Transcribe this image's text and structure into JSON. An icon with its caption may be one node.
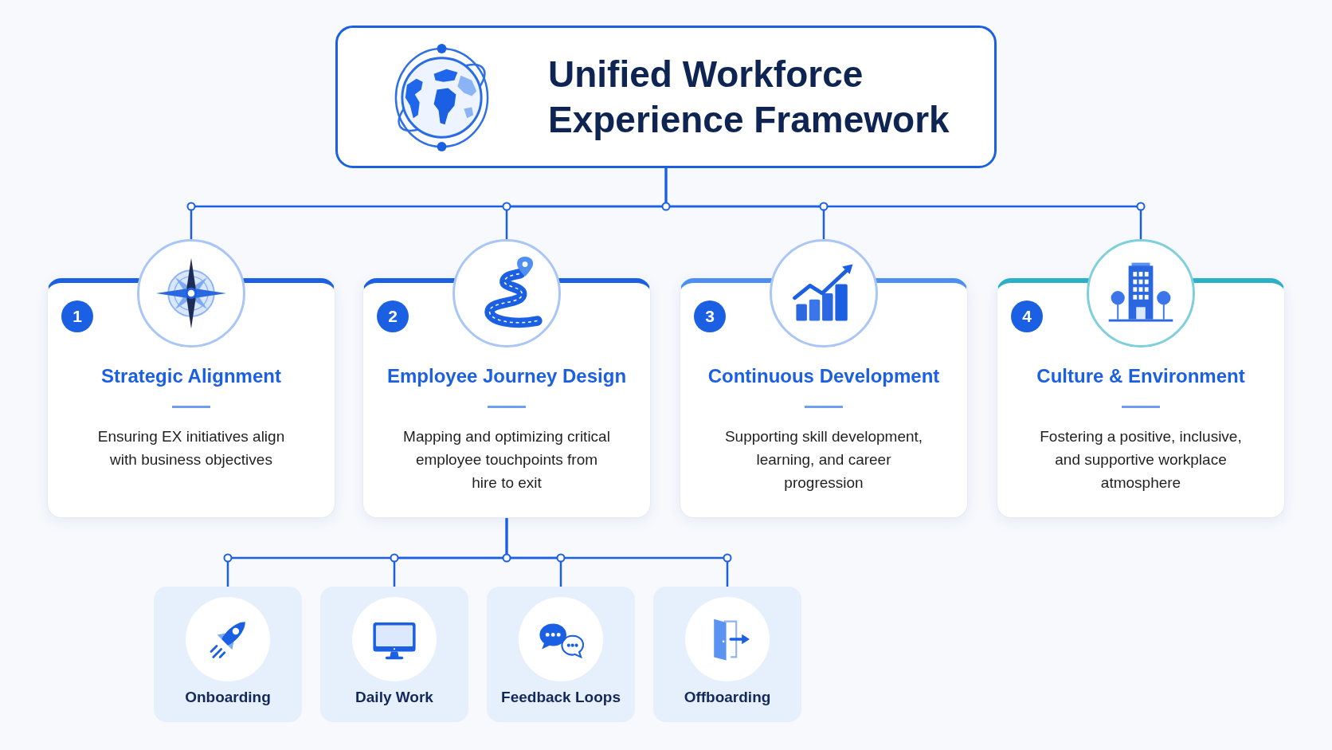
{
  "diagram": {
    "nodes": [
      {
        "text": [
          "Unified Workforce Experience Framework"
        ]
      },
      {
        "text": [
          "1",
          "Strategic Alignment",
          "Ensuring EX initiatives align with business objectives"
        ]
      },
      {
        "text": [
          "2",
          "Employee Journey Design",
          "Mapping and optimizing critical employee touchpoints from hire to exit"
        ]
      },
      {
        "text": [
          "3",
          "Continuous Development",
          "Supporting skill development, learning, and career progression"
        ]
      },
      {
        "text": [
          "4",
          "Culture & Environment",
          "Fostering a positive, inclusive, and supportive workplace atmosphere"
        ]
      },
      {
        "text": [
          "Onboarding"
        ]
      },
      {
        "text": [
          "Daily Work"
        ]
      },
      {
        "text": [
          "Feedback Loops"
        ]
      },
      {
        "text": [
          "Offboarding"
        ]
      }
    ],
    "edges": [
      {
        "from": 0,
        "to": 1,
        "arrow": "none"
      },
      {
        "from": 0,
        "to": 2,
        "arrow": "none"
      },
      {
        "from": 0,
        "to": 3,
        "arrow": "none"
      },
      {
        "from": 0,
        "to": 4,
        "arrow": "none"
      },
      {
        "from": 2,
        "to": 5,
        "arrow": "none"
      },
      {
        "from": 2,
        "to": 6,
        "arrow": "none"
      },
      {
        "from": 2,
        "to": 7,
        "arrow": "none"
      },
      {
        "from": 2,
        "to": 8,
        "arrow": "none"
      }
    ]
  }
}
